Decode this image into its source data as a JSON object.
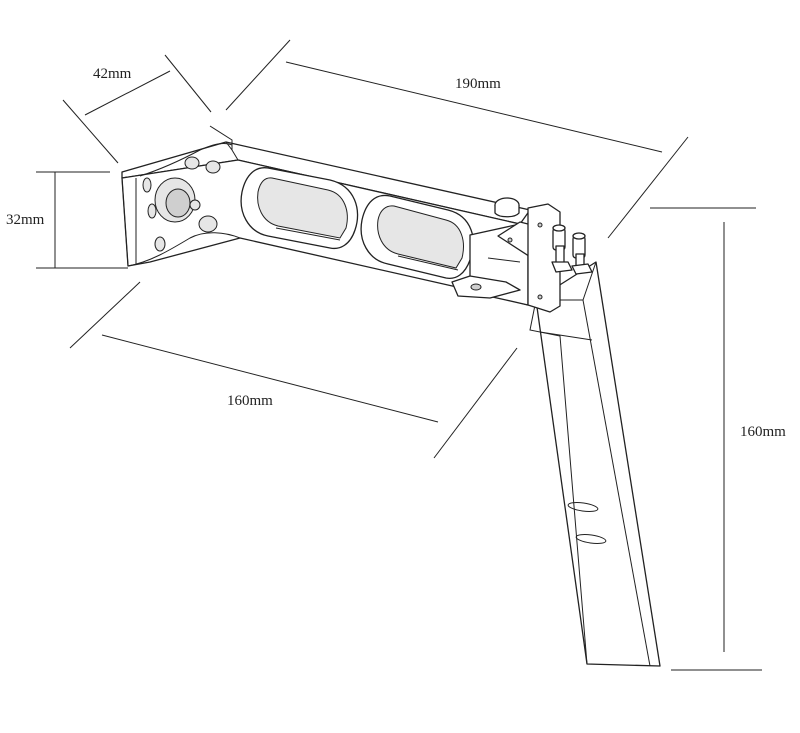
{
  "dimensions": {
    "width_top_left": "42mm",
    "length_top": "190mm",
    "height_left": "32mm",
    "length_bottom": "160mm",
    "rudder_height": "160mm"
  },
  "colors": {
    "line": "#222222",
    "background": "#ffffff",
    "shade": "#e6e6e6"
  }
}
